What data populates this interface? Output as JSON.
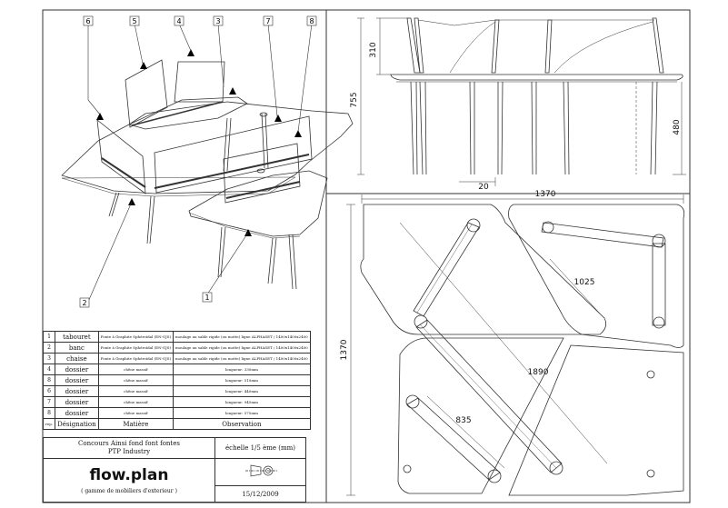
{
  "callouts": [
    "1",
    "2",
    "3",
    "4",
    "5",
    "6",
    "7",
    "8"
  ],
  "dimensions": {
    "front_total_height": "755",
    "backrest_height": "310",
    "seat_height": "480",
    "leg_width": "20",
    "plan_width": "1370",
    "plan_height": "1370",
    "bench_length": "1890",
    "chair_length": "1025",
    "stool_length": "835"
  },
  "parts_table": {
    "rows": [
      {
        "ref": "1",
        "designation": "tabouret",
        "matiere": "Fonte à Graphite Sphéroïdal (EN-GJS)",
        "observation": "moulage au sable rigide (ou motte) ligne ALPHASET / 1400x1400x2400"
      },
      {
        "ref": "2",
        "designation": "banc",
        "matiere": "Fonte à Graphite Sphéroïdal (EN-GJS)",
        "observation": "moulage au sable rigide (ou motte) ligne ALPHASET / 1400x1400x2400"
      },
      {
        "ref": "3",
        "designation": "chaise",
        "matiere": "Fonte à Graphite Sphéroïdal (EN-GJS)",
        "observation": "moulage au sable rigide (ou motte) ligne ALPHASET / 1400x1400x2400"
      },
      {
        "ref": "4",
        "designation": "dossier",
        "matiere": "chêne massif",
        "observation": "longueur: 330mm"
      },
      {
        "ref": "8",
        "designation": "dossier",
        "matiere": "chêne massif",
        "observation": "longueur: 510mm"
      },
      {
        "ref": "6",
        "designation": "dossier",
        "matiere": "chêne massif",
        "observation": "longueur: 440mm"
      },
      {
        "ref": "7",
        "designation": "dossier",
        "matiere": "chêne massif",
        "observation": "longueur: 945mm"
      },
      {
        "ref": "8",
        "designation": "dossier",
        "matiere": "chêne massif",
        "observation": "longueur: 575mm"
      }
    ],
    "header": {
      "ref": "rep.",
      "designation": "Désignation",
      "matiere": "Matière",
      "observation": "Observation"
    }
  },
  "title_block": {
    "project_line1": "Concours Ainsi fond font fontes",
    "project_line2": "PTP Industry",
    "scale": "échelle 1/5 ème (mm)",
    "brand": "flow.plan",
    "tagline": "( gamme de mobiliers d'exterieur )",
    "date": "15/12/2009"
  }
}
